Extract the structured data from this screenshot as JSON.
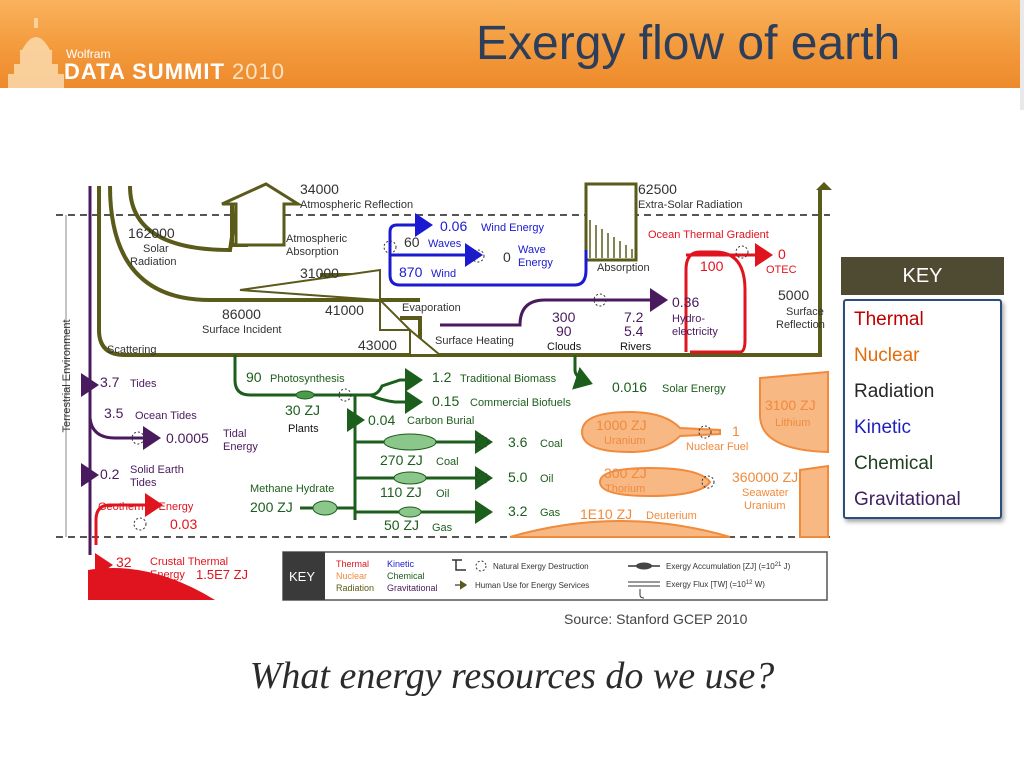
{
  "slide": {
    "title": "Exergy flow of earth",
    "source": "Source: Stanford GCEP 2010",
    "question": "What energy resources do we use?"
  },
  "branding": {
    "small": "Wolfram",
    "main": "DATA SUMMIT",
    "year": "2010"
  },
  "key": {
    "title": "KEY",
    "items": [
      {
        "label": "Thermal",
        "color": "#c00000"
      },
      {
        "label": "Nuclear",
        "color": "#e36c09"
      },
      {
        "label": "Radiation",
        "color": "#262626"
      },
      {
        "label": "Kinetic",
        "color": "#1f1fbf"
      },
      {
        "label": "Chemical",
        "color": "#1f3d1f"
      },
      {
        "label": "Gravitational",
        "color": "#3f1f5f"
      }
    ]
  },
  "colors": {
    "radiation": "#5a5a1a",
    "kinetic": "#1a1ad0",
    "thermal": "#e0141e",
    "chemical": "#1c5e1c",
    "gravitational": "#4a1a5e",
    "nuclear": "#f08a3c"
  },
  "diagram": {
    "side_label": "Terrestrial Environment",
    "solar_value": "162000",
    "solar_label": "Solar\nRadiation",
    "atm_reflection_value": "34000",
    "atm_reflection_label": "Atmospheric Reflection",
    "atm_absorption_label": "Atmospheric\nAbsorption",
    "atm_absorption_value": "31000",
    "surface_incident_value": "86000",
    "surface_incident_label": "Surface Incident",
    "scattering_label": "Scattering",
    "wind_energy_value": "0.06",
    "wind_energy_label": "Wind Energy",
    "waves_value": "60",
    "waves_label": "Waves",
    "wave_energy_value": "0",
    "wave_energy_label": "Wave\nEnergy",
    "wind_value": "870",
    "wind_label": "Wind",
    "evaporation_value": "41000",
    "evaporation_label": "Evaporation",
    "surface_heating_value": "43000",
    "surface_heating_label": "Surface Heating",
    "clouds_value": "300",
    "clouds_value2": "90",
    "clouds_label": "Clouds",
    "rivers_value": "7.2",
    "rivers_value2": "5.4",
    "rivers_label": "Rivers",
    "hydro_value": "0.36",
    "hydro_label": "Hydro-\nelectricity",
    "extra_solar_value": "62500",
    "extra_solar_label": "Extra-Solar Radiation",
    "ocean_thermal_label": "Ocean Thermal Gradient",
    "ocean_thermal_value": "100",
    "otec_value": "0",
    "otec_label": "OTEC",
    "absorption_label": "Absorption",
    "surface_reflection_value": "5000",
    "surface_reflection_label": "Surface\nReflection",
    "tides_value": "3.7",
    "tides_label": "Tides",
    "ocean_tides_value": "3.5",
    "ocean_tides_label": "Ocean Tides",
    "tidal_energy_value": "0.0005",
    "tidal_energy_label": "Tidal\nEnergy",
    "solid_tides_value": "0.2",
    "solid_tides_label": "Solid Earth\nTides",
    "geothermal_label": "Geothermal Energy",
    "geothermal_value": "0.03",
    "crustal_value": "32",
    "crustal_label": "Crustal Thermal\nEnergy",
    "crustal_zj": "1.5E7 ZJ",
    "photosynthesis_value": "90",
    "photosynthesis_label": "Photosynthesis",
    "plants_value": "30 ZJ",
    "plants_label": "Plants",
    "trad_biomass_value": "1.2",
    "trad_biomass_label": "Traditional Biomass",
    "comm_biofuels_value": "0.15",
    "comm_biofuels_label": "Commercial Biofuels",
    "carbon_burial_value": "0.04",
    "carbon_burial_label": "Carbon Burial",
    "solar_energy_value": "0.016",
    "solar_energy_label": "Solar Energy",
    "coal_use_value": "3.6",
    "coal_use_label": "Coal",
    "coal_zj_value": "270 ZJ",
    "coal_zj_label": "Coal",
    "oil_use_value": "5.0",
    "oil_use_label": "Oil",
    "oil_zj_value": "110 ZJ",
    "oil_zj_label": "Oil",
    "gas_use_value": "3.2",
    "gas_use_label": "Gas",
    "gas_zj_value": "50 ZJ",
    "gas_zj_label": "Gas",
    "methane_label": "Methane Hydrate",
    "methane_value": "200 ZJ",
    "uranium_value": "1000 ZJ",
    "uranium_label": "Uranium",
    "nuclear_fuel_value": "1",
    "nuclear_fuel_label": "Nuclear Fuel",
    "lithium_value": "3100 ZJ",
    "lithium_label": "Lithium",
    "thorium_value": "300 ZJ",
    "thorium_label": "Thorium",
    "seawater_value": "360000 ZJ",
    "seawater_label": "Seawater\nUranium",
    "deuterium_value": "1E10 ZJ",
    "deuterium_label": "Deuterium",
    "legend_title": "KEY",
    "legend_thermal": "Thermal",
    "legend_nuclear": "Nuclear",
    "legend_radiation": "Radiation",
    "legend_kinetic": "Kinetic",
    "legend_chemical": "Chemical",
    "legend_gravitational": "Gravitational",
    "legend_destruction": "Natural Exergy Destruction",
    "legend_human_use": "Human Use for Energy Services",
    "legend_accumulation": "Exergy Accumulation [ZJ] (=10",
    "legend_accumulation_exp": "21",
    "legend_accumulation_unit": " J)",
    "legend_flux": "Exergy Flux [TW] (=10",
    "legend_flux_exp": "12",
    "legend_flux_unit": " W)"
  }
}
